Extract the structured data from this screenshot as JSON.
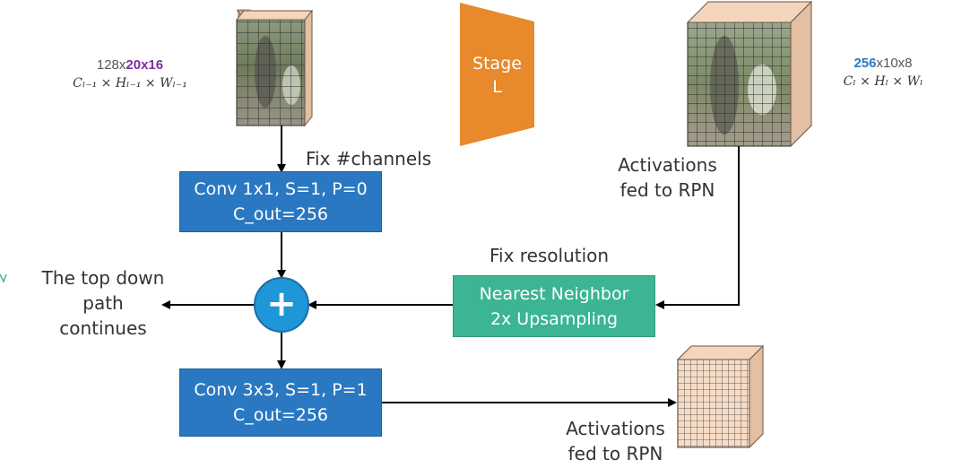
{
  "input_tensor": {
    "size_plain": "128x",
    "size_highlight": "20x16",
    "highlight_color": "#7a2f9e",
    "formula": "Cₗ₋₁ × Hₗ₋₁ × Wₗ₋₁"
  },
  "output_tensor": {
    "size_highlight": "256",
    "size_plain": "x10x8",
    "highlight_color": "#2a78c2",
    "formula": "Cₗ × Hₗ × Wₗ"
  },
  "stage": {
    "line1": "Stage",
    "line2": "L",
    "color": "#e8892b"
  },
  "labels": {
    "fix_channels": "Fix #channels",
    "fix_resolution": "Fix resolution",
    "activations_top": [
      "Activations",
      "fed to RPN"
    ],
    "activations_bottom": [
      "Activations",
      "fed to RPN"
    ],
    "top_down": [
      "The top down",
      "path",
      "continues"
    ]
  },
  "conv1": {
    "line1": "Conv 1x1, S=1, P=0",
    "line2": "C_out=256",
    "color": "#2a78c2"
  },
  "conv2": {
    "line1": "Conv 3x3, S=1, P=1",
    "line2": "C_out=256",
    "color": "#2a78c2"
  },
  "upsample": {
    "line1": "Nearest Neighbor",
    "line2": "2x Upsampling",
    "color": "#3bb594"
  },
  "add_node": {
    "symbol": "+",
    "color": "#1e96d8"
  },
  "colors": {
    "cube_side": "#e3bfa3",
    "cube_face": "#f6dcc6",
    "arrow": "#000000"
  }
}
